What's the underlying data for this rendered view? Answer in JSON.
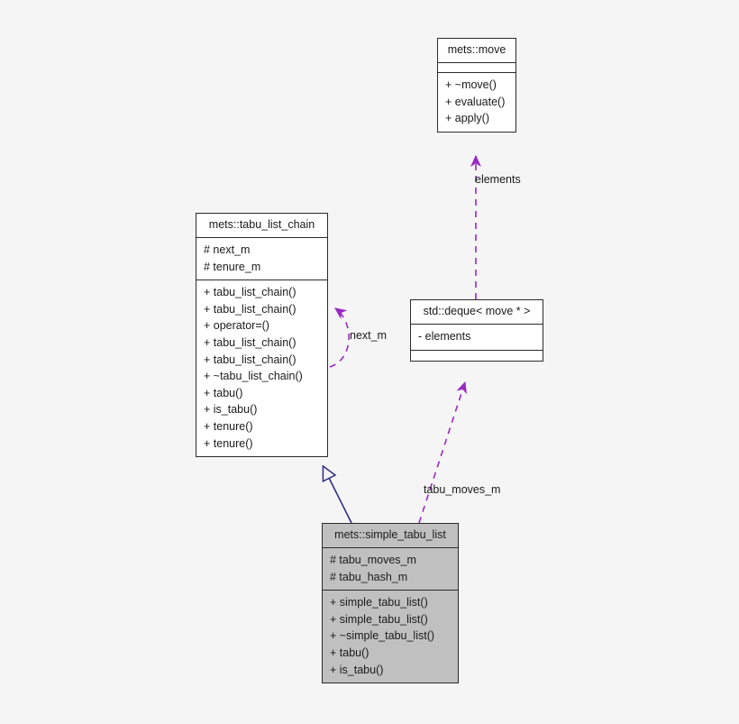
{
  "diagram": {
    "type": "uml-class-diagram",
    "background_color": "#f5f5f5",
    "border_color": "#2b2b2b",
    "inheritance_edge_color": "#2d2d86",
    "association_edge_color": "#9a29c4",
    "filled_class_color": "#c0c0c0",
    "plain_class_color": "#ffffff"
  },
  "classes": [
    {
      "id": "move",
      "title": "mets::move",
      "filled": false,
      "attributes": [],
      "operations": [
        "+ ~move()",
        "+ evaluate()",
        "+ apply()"
      ]
    },
    {
      "id": "tabu_list_chain",
      "title": "mets::tabu_list_chain",
      "filled": false,
      "attributes": [
        "# next_m",
        "# tenure_m"
      ],
      "operations": [
        "+ tabu_list_chain()",
        "+ tabu_list_chain()",
        "+ operator=()",
        "+ tabu_list_chain()",
        "+ tabu_list_chain()",
        "+ ~tabu_list_chain()",
        "+ tabu()",
        "+ is_tabu()",
        "+ tenure()",
        "+ tenure()"
      ]
    },
    {
      "id": "deque",
      "title": "std::deque< move * >",
      "filled": false,
      "attributes": [
        "- elements"
      ],
      "operations": []
    },
    {
      "id": "simple_tabu_list",
      "title": "mets::simple_tabu_list",
      "filled": true,
      "attributes": [
        "# tabu_moves_m",
        "# tabu_hash_m"
      ],
      "operations": [
        "+ simple_tabu_list()",
        "+ simple_tabu_list()",
        "+ ~simple_tabu_list()",
        "+ tabu()",
        "+ is_tabu()"
      ]
    }
  ],
  "edges": [
    {
      "id": "deque-to-move",
      "from": "deque",
      "to": "move",
      "kind": "association",
      "style": "dashed",
      "label": "elements"
    },
    {
      "id": "tabu-list-chain-self",
      "from": "tabu_list_chain",
      "to": "tabu_list_chain",
      "kind": "association",
      "style": "dashed",
      "label": "next_m"
    },
    {
      "id": "simple-tabu-list-to-deque",
      "from": "simple_tabu_list",
      "to": "deque",
      "kind": "association",
      "style": "dashed",
      "label": "tabu_moves_m"
    },
    {
      "id": "simple-tabu-list-inherits-tabu-list-chain",
      "from": "simple_tabu_list",
      "to": "tabu_list_chain",
      "kind": "inheritance",
      "style": "solid",
      "label": ""
    }
  ]
}
